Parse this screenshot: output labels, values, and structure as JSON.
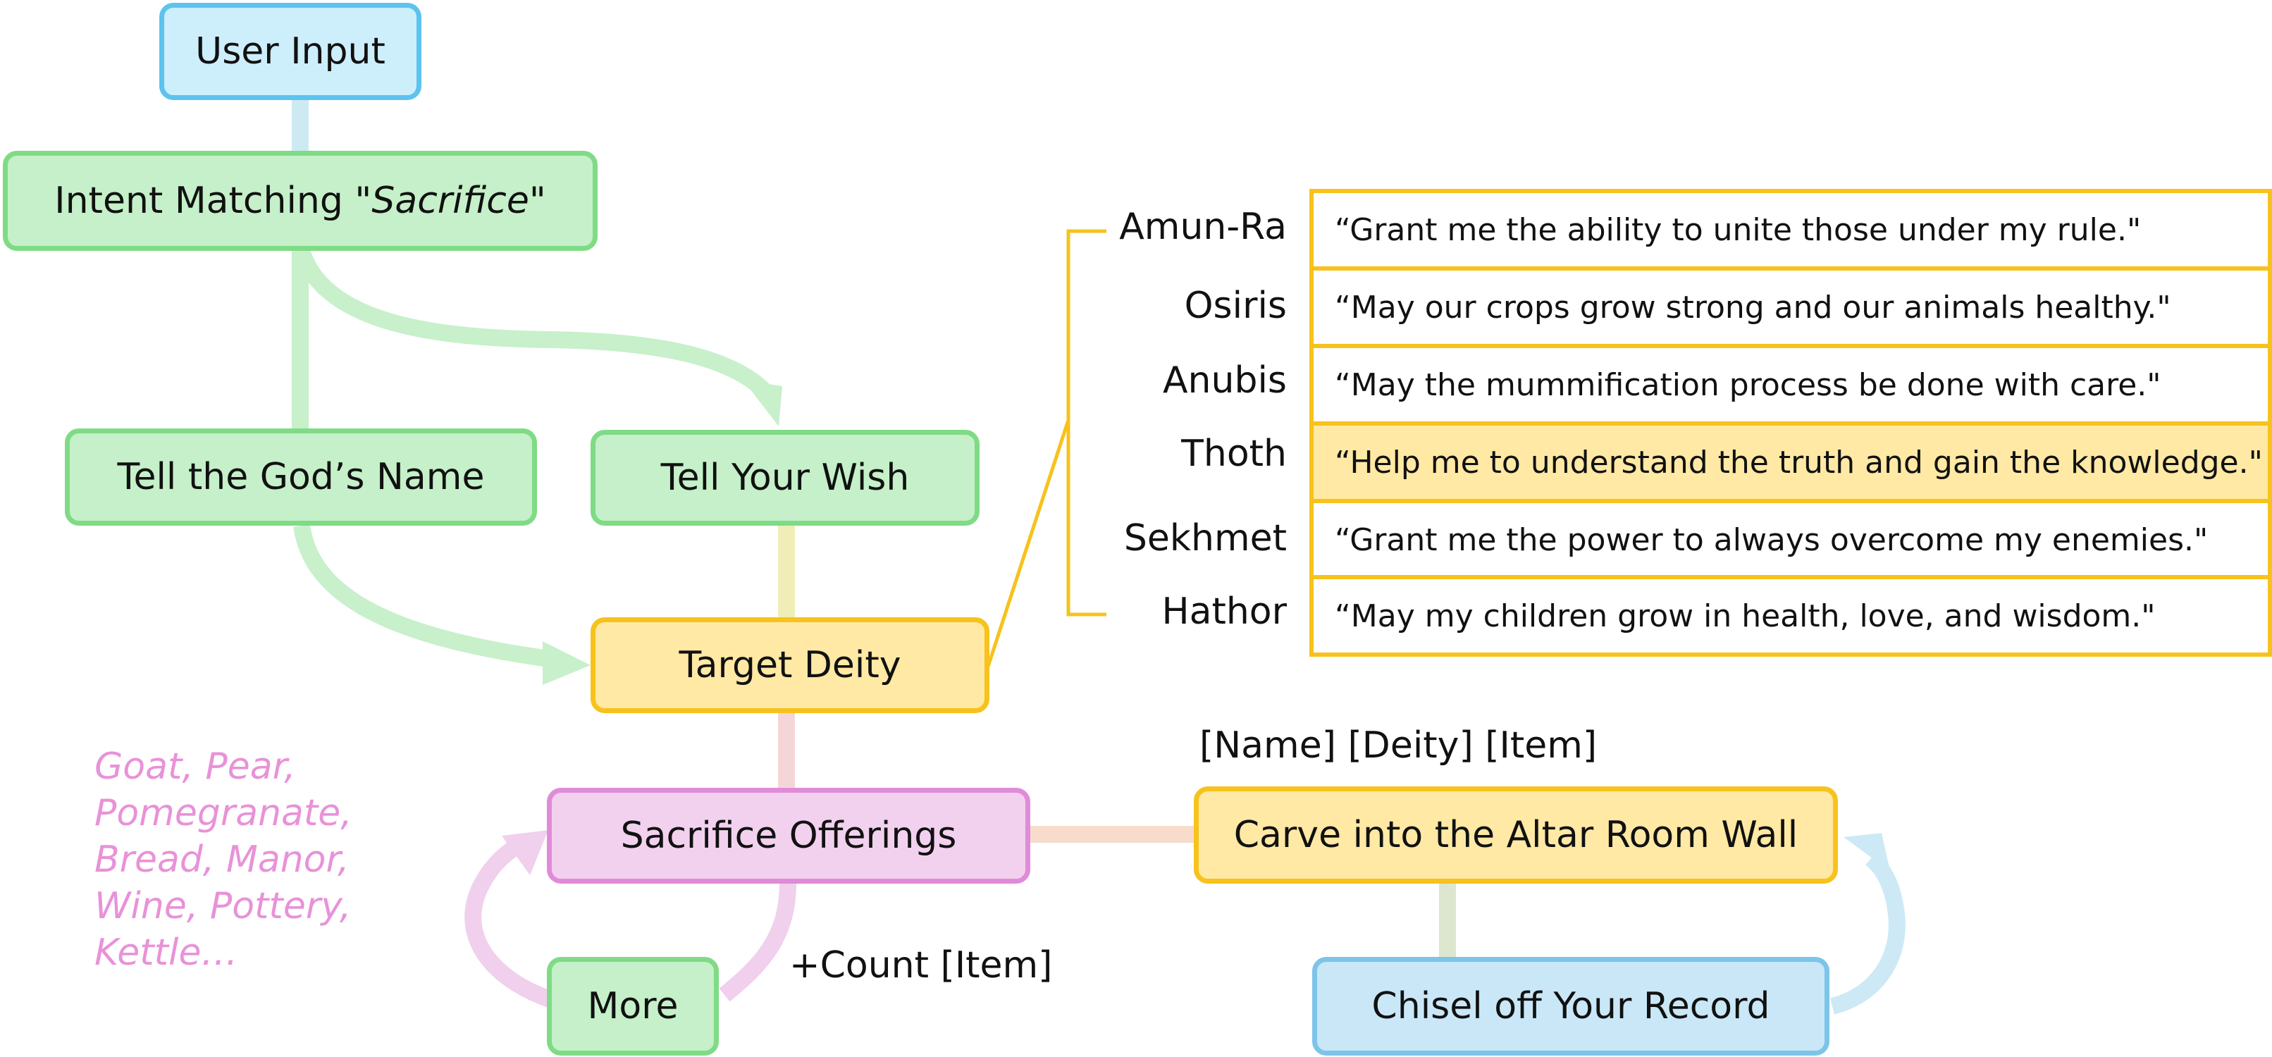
{
  "nodes": {
    "user_input": "User Input",
    "intent_prefix": "Intent Matching \"",
    "intent_keyword": "Sacrifice",
    "intent_suffix": "\"",
    "tell_gods_name": "Tell the God’s Name",
    "tell_your_wish": "Tell Your Wish",
    "target_deity": "Target Deity",
    "sacrifice_offerings": "Sacrifice Offerings",
    "more": "More",
    "carve_wall": "Carve into the Altar Room Wall",
    "chisel_record": "Chisel off Your Record"
  },
  "labels": {
    "carve_template": "[Name] [Deity] [Item]",
    "count_item": "+Count [Item]"
  },
  "offering_items": [
    "Goat, Pear,",
    "Pomegranate,",
    "Bread, Manor,",
    "Wine, Pottery,",
    "Kettle…"
  ],
  "deities": [
    {
      "name": "Amun-Ra",
      "wish": "“Grant me the ability to unite those under my rule.\""
    },
    {
      "name": "Osiris",
      "wish": "“May our crops grow strong and our animals healthy.\""
    },
    {
      "name": "Anubis",
      "wish": "“May the mummification process be done with care.\""
    },
    {
      "name": "Thoth",
      "wish": "“Help me to understand the truth and gain the knowledge.\"",
      "highlighted": true
    },
    {
      "name": "Sekhmet",
      "wish": "“Grant me the power to always overcome my enemies.\""
    },
    {
      "name": "Hathor",
      "wish": "“May my children grow in health, love, and wisdom.\""
    }
  ],
  "colors": {
    "blue": "#5cc3ee",
    "green": "#7fdb85",
    "yellow": "#f7c21c",
    "pink": "#e08bd8",
    "light_blue": "#7dc4e9"
  }
}
